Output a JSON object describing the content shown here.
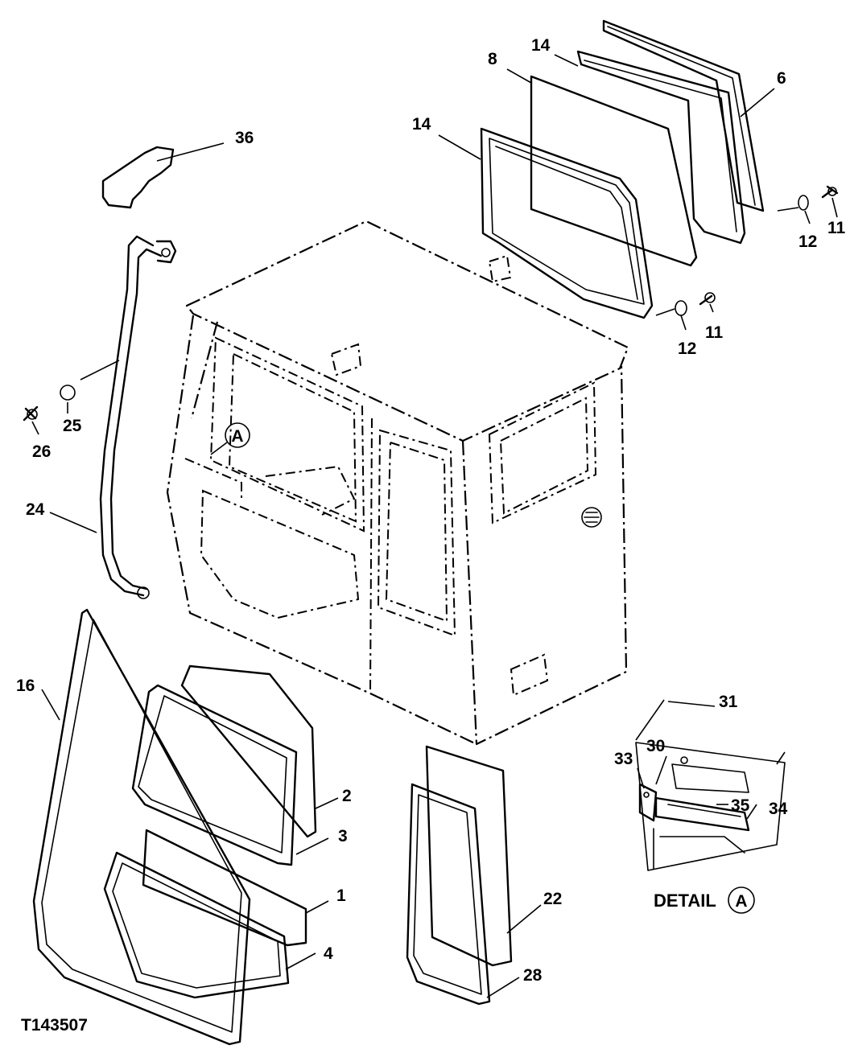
{
  "figure_id": "T143507",
  "detail_caption": "DETAIL",
  "detail_marker": "A",
  "callouts": {
    "c1": "1",
    "c2": "2",
    "c3": "3",
    "c4": "4",
    "c6": "6",
    "c8": "8",
    "c11a": "11",
    "c11b": "11",
    "c12a": "12",
    "c12b": "12",
    "c14a": "14",
    "c14b": "14",
    "c16": "16",
    "c22": "22",
    "c24": "24",
    "c25": "25",
    "c26": "26",
    "c28": "28",
    "c30": "30",
    "c31": "31",
    "c33": "33",
    "c34": "34",
    "c35": "35",
    "c36": "36"
  }
}
